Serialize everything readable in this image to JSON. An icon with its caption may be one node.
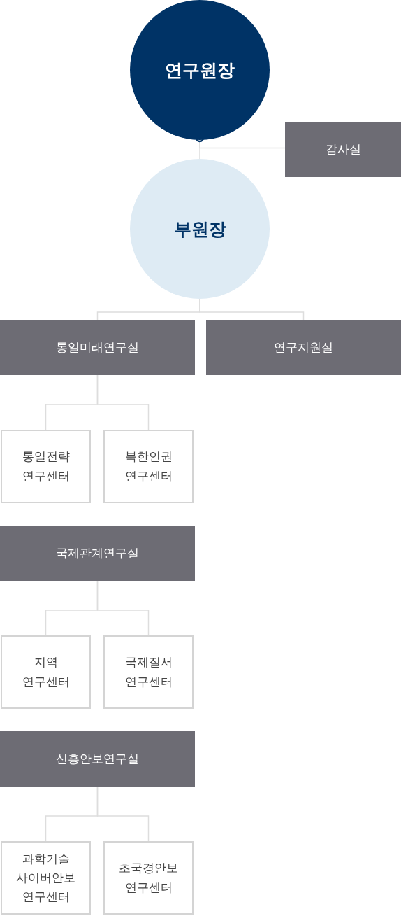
{
  "diagram": {
    "nodes": [
      {
        "text": [
          "연구원장"
        ]
      },
      {
        "text": [
          "감사실"
        ]
      },
      {
        "text": [
          "부원장"
        ]
      },
      {
        "text": [
          "통일미래연구실"
        ]
      },
      {
        "text": [
          "연구지원실"
        ]
      },
      {
        "text": [
          "통일전략 연구센터"
        ]
      },
      {
        "text": [
          "북한인권 연구센터"
        ]
      },
      {
        "text": [
          "국제관계연구실"
        ]
      },
      {
        "text": [
          "지역 연구센터"
        ]
      },
      {
        "text": [
          "국제질서 연구센터"
        ]
      },
      {
        "text": [
          "신흥안보연구실"
        ]
      },
      {
        "text": [
          "과학기술 사이버안보 연구센터"
        ]
      },
      {
        "text": [
          "초국경안보 연구센터"
        ]
      }
    ],
    "edges": [
      {
        "from": 0,
        "to": 2,
        "arrow": "none"
      },
      {
        "from": 0,
        "to": 1,
        "arrow": "none"
      },
      {
        "from": 2,
        "to": 3,
        "arrow": "none"
      },
      {
        "from": 2,
        "to": 4,
        "arrow": "none"
      },
      {
        "from": 3,
        "to": 5,
        "arrow": "none"
      },
      {
        "from": 3,
        "to": 6,
        "arrow": "none"
      },
      {
        "from": 7,
        "to": 8,
        "arrow": "none"
      },
      {
        "from": 7,
        "to": 9,
        "arrow": "none"
      },
      {
        "from": 10,
        "to": 11,
        "arrow": "none"
      },
      {
        "from": 10,
        "to": 12,
        "arrow": "none"
      }
    ]
  }
}
